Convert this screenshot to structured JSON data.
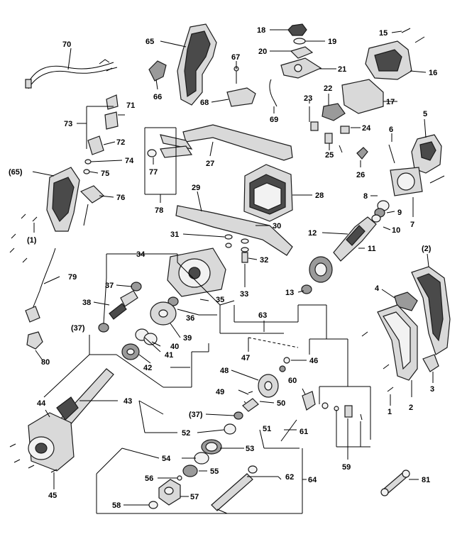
{
  "diagram": {
    "labels": {
      "l1": "1",
      "l1p": "(1)",
      "l2": "2",
      "l2p": "(2)",
      "l3": "3",
      "l4": "4",
      "l5": "5",
      "l6": "6",
      "l7": "7",
      "l8": "8",
      "l9": "9",
      "l10": "10",
      "l11": "11",
      "l12": "12",
      "l13": "13",
      "l15": "15",
      "l16": "16",
      "l17": "17",
      "l18": "18",
      "l19": "19",
      "l20": "20",
      "l21": "21",
      "l22": "22",
      "l23": "23",
      "l24": "24",
      "l25": "25",
      "l26": "26",
      "l27": "27",
      "l28": "28",
      "l29": "29",
      "l30": "30",
      "l31": "31",
      "l32": "32",
      "l33": "33",
      "l34": "34",
      "l35": "35",
      "l36": "36",
      "l37": "37",
      "l37p": "(37)",
      "l37p2": "(37)",
      "l38": "38",
      "l39": "39",
      "l40": "40",
      "l41": "41",
      "l42": "42",
      "l43": "43",
      "l44": "44",
      "l45": "45",
      "l46": "46",
      "l47": "47",
      "l48": "48",
      "l49": "49",
      "l50": "50",
      "l51": "51",
      "l52": "52",
      "l53": "53",
      "l54": "54",
      "l55": "55",
      "l56": "56",
      "l57": "57",
      "l58": "58",
      "l59": "59",
      "l60": "60",
      "l61": "61",
      "l62": "62",
      "l63": "63",
      "l64": "64",
      "l65": "65",
      "l65p": "(65)",
      "l66": "66",
      "l67": "67",
      "l68": "68",
      "l69": "69",
      "l70": "70",
      "l71": "71",
      "l72": "72",
      "l73": "73",
      "l74": "74",
      "l75": "75",
      "l76": "76",
      "l77": "77",
      "l78": "78",
      "l79": "79",
      "l80": "80",
      "l81": "81"
    }
  }
}
